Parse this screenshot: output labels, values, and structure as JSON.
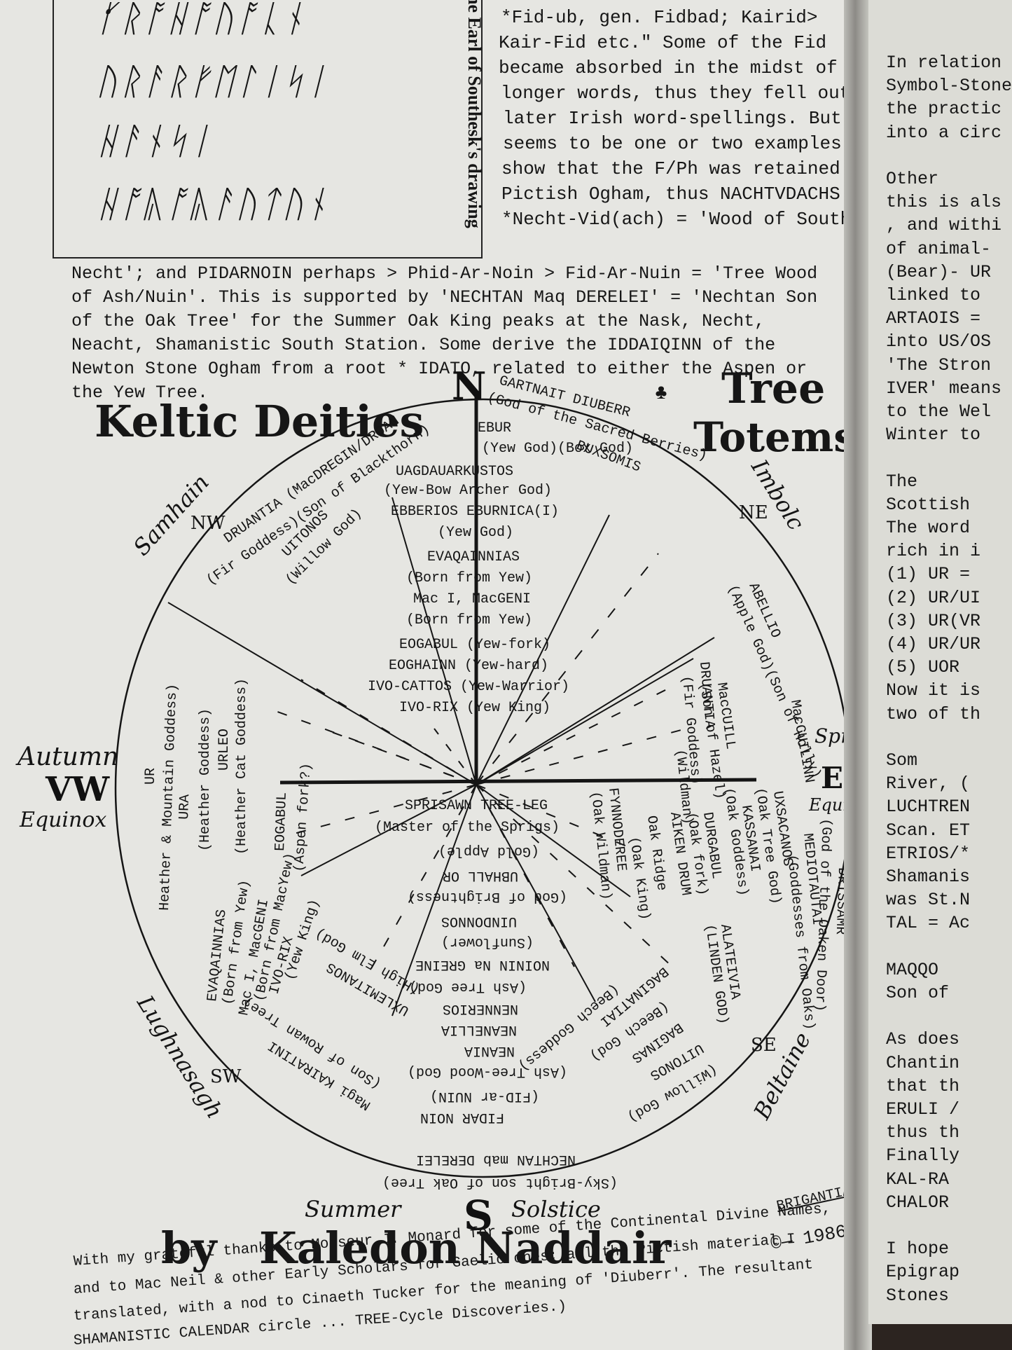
{
  "box": {
    "ogham_lines": [
      "ᚶᚱᚩᚺᚩᚢᚩᚳᚾ",
      "ᚢᚱᚨᚱᚠᛖᛚᛁᛋᛁ",
      "ᚺᚨᚾᛋᛁ",
      "ᚺᚩᚣᚩᚣᚨᚢᛏᚢᚾ"
    ],
    "caption": "ne Earl of Southesk's drawing"
  },
  "right_column_lines": [
    "*Fid-ub, gen. Fidbad; Kairid>",
    "Kair-Fid etc.\" Some of the Fid",
    "became absorbed in the midst of",
    "longer words, thus they fell out",
    "later Irish word-spellings. But",
    "seems to be one or two examples",
    "show that the F/Ph was retained",
    "Pictish Ogham, thus NACHTVDACHS",
    "*Necht-Vid(ach) = 'Wood of South"
  ],
  "full_lines": [
    "Necht'; and PIDARNOIN perhaps > Phid-Ar-Noin > Fid-Ar-Nuin = 'Tree Wood",
    "of Ash/Nuin'. This is supported by 'NECHTAN Maq DERELEI' = 'Nechtan Son",
    "of the Oak Tree' for the Summer Oak King peaks at the Nask, Necht,",
    "Neacht, Shamanistic South Station. Some derive the IDDAIQINN of the",
    "Newton Stone Ogham from a root * IDATO, related to either the Aspen or",
    "the Yew Tree."
  ],
  "titles": {
    "left": "Keltic Deities",
    "right_1": "Tree",
    "right_2": "Totems"
  },
  "compass": {
    "n": "N",
    "e": "E",
    "s": "S",
    "w": "VW",
    "ne": "NE",
    "nw": "NW",
    "se": "SE",
    "sw": "SW"
  },
  "seasons": {
    "samhain": "Samhain",
    "imbolc": "Imbolc",
    "spring": "Spring",
    "equinox_e": "Equinox",
    "autumn": "Autumn",
    "equinox_w": "Equinox",
    "beltaine": "Beltaine",
    "lughnasagh": "Lughnasagh",
    "summer": "Summer",
    "solstice": "Solstice"
  },
  "rim": {
    "north": [
      "GARTNAIT DIUBERR",
      "(God of the Sacred Berries)"
    ],
    "nw": [
      "DRUANTIA (MacDREGIN/DROAN",
      "(Fir Goddess)(Son of Blackthorn)"
    ],
    "ne": [
      "ABELLIO",
      "(Apple God)(Son of Holly)"
    ],
    "east": [
      "DRISSAMR",
      "(God of the Oaken Door)"
    ],
    "south": [
      "NECHTAN mab DERELEI",
      "(Sky-Bright son of Oak Tree)"
    ],
    "west": [
      "Heather & Mountain Goddess)",
      "URA"
    ]
  },
  "north_items": [
    "EBUR",
    "(Yew God)(Box God)",
    "BUXSOMIS",
    "UAGDAUARKUSTOS",
    "(Yew-Bow Archer God)",
    "EBBERIOS EBURNICA(I)",
    "(Yew God)",
    "EVAQAINNIAS",
    "(Born from Yew)",
    "Mac I, MacGENI",
    "(Born from Yew)",
    "EOGABUL (Yew-fork)",
    "EOGHAINN (Yew-hard)",
    "IVO-CATTOS (Yew-Warrior)",
    "IVO-RIX (Yew King)"
  ],
  "nw_items": [
    "UITONOS",
    "(Willow God)"
  ],
  "south_items": [
    "SPRISAWN TREE-LEG",
    "(Master of the Sprigs)",
    "(Gold Apple)",
    "UBHALL OR",
    "(God of Brightness)",
    "UINDONNOS",
    "(Sunflower)",
    "NOININ Na GREINE",
    "(Ash Tree God)",
    "NENNERIOS",
    "NEANELLIA",
    "NEANIA",
    "(Ash Tree-Wood God)",
    "(FID-ar NUIN)",
    "FIDAR NOIN"
  ],
  "east_items": [
    "MacCUILINN",
    "MacCUILL",
    "(Son of Hazel)",
    "DRUANTIA",
    "(Fir Goddess)",
    "UXSACANOS",
    "(Oak Tree God)",
    "KASSANAI",
    "(Oak Goddess)",
    "DURGABUL",
    "(Oak fork)",
    "AIKEN DRUM",
    "(Wildman)",
    "FYNNODEREE",
    "(Oak Wildman)",
    "Oak Ridge",
    "(Oak King)",
    "MEDIOTAUTAI",
    "(Goddesses from Oaks)",
    "ALATEIVIA",
    "(LINDEN GOD)"
  ],
  "se_items": [
    "BAGINATIAI",
    "(Beech Goddess)",
    "BAGINAS",
    "(Beech God)",
    "UITONOS",
    "(Willow God)"
  ],
  "sw_items": [
    "UXLEMITANOS",
    "(High Elm God)",
    "Magi KAIRATINI",
    "(Son of Rowan Tree)"
  ],
  "west_items": [
    "EVAQAINNIAS",
    "(Born from Yew)",
    "Mac I, MacGENI",
    "(Born from MacYew)",
    "IVO-RIX",
    "(Yew King)",
    "(Heather Goddess)",
    "URLEO",
    "(Heather Cat Goddess)",
    "EOGABUL",
    "(Aspen fork?)",
    "UR"
  ],
  "signature": {
    "by": "by",
    "name": "Kaledon Naddair",
    "copyright": "©— 1986",
    "stamp": "BRIGANTIA"
  },
  "footnote": [
    "With my grateful thanks to Monseur J. Monard for some of the Continental Divine Names,",
    "and to Mac Neil & other Early Scholars for Gaelic ones; all the Pictish material I",
    "translated, with a nod to Cinaeth Tucker for the meaning of 'Diuberr'. The resultant",
    "SHAMANISTIC CALENDAR circle ... TREE-Cycle Discoveries.)"
  ],
  "facing_page": [
    "In relation",
    "Symbol-Stone",
    "the practic",
    "into a circ",
    "",
    "Other",
    "this is als",
    ", and withi",
    "of animal-",
    "(Bear)- UR",
    "linked to",
    "ARTAOIS =",
    "into US/OS",
    "'The Stron",
    "IVER' means",
    "to the Wel",
    "Winter to",
    "",
    "The",
    "Scottish",
    "The word",
    "rich in i",
    "(1) UR =",
    "(2) UR/UI",
    "(3) UR(VR",
    "(4) UR/UR",
    "(5) UOR",
    "Now it is",
    "two of th",
    "",
    "Som",
    "River, (",
    "LUCHTREN",
    "Scan. ET",
    "ETRIOS/*",
    "Shamanis",
    "was St.N",
    "TAL = Ac",
    "",
    "MAQQO",
    "Son of",
    "",
    "As does",
    "Chantin",
    "that th",
    "ERULI /",
    "thus th",
    "Finally",
    "KAL-RA",
    "CHALOR",
    "",
    "I hope",
    "Epigrap",
    "Stones"
  ]
}
